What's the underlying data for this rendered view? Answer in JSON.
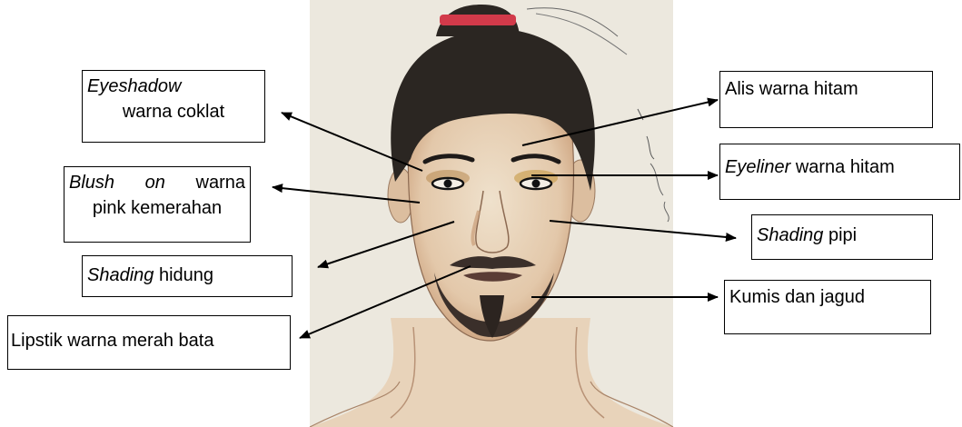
{
  "labels": {
    "eyeshadow": {
      "term": "Eyeshadow",
      "desc": "warna coklat"
    },
    "blush": {
      "term": "Blush",
      "on": "on",
      "warna": "warna",
      "desc": "pink kemerahan"
    },
    "shading_hidung": {
      "term": "Shading",
      "desc": "hidung"
    },
    "lipstik": {
      "text": "Lipstik warna merah bata"
    },
    "alis": {
      "text": "Alis warna hitam"
    },
    "eyeliner": {
      "term": "Eyeliner",
      "desc": "warna hitam"
    },
    "shading_pipi": {
      "term": "Shading",
      "desc": "pipi"
    },
    "kumis": {
      "text": "Kumis dan jagud"
    }
  },
  "colors": {
    "paper": "#ece8de",
    "hair": "#2b2622",
    "hair_tie": "#d23a4a",
    "skin": "#e9d6bf",
    "skin_shadow": "#c99d78",
    "beard": "#3a2f2a",
    "lips": "#5a3c35"
  }
}
